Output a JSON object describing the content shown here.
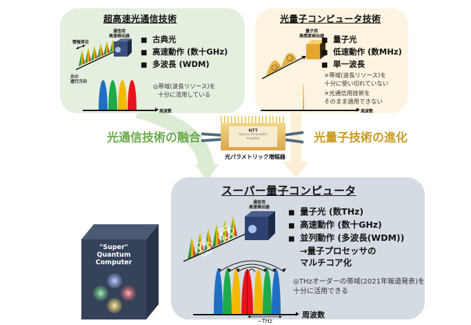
{
  "left_panel": {
    "title": "超高速光通信技術",
    "detector_label_line1": "通信用",
    "detector_label_line2": "高速検出器",
    "info_unit_label": "情報単位",
    "direction_label_line1": "光の",
    "direction_label_line2": "進行方向",
    "bullets": [
      "古典光",
      "高速動作 (数十GHz)",
      "多波長 (WDM)"
    ],
    "note_line1": "◎帯域(波長リソース)を",
    "note_line2": "十分に活用している",
    "axis_label": "周波数",
    "peak_colors": [
      "#1f6fc2",
      "#1faa4a",
      "#f5b800",
      "#e8141c"
    ]
  },
  "right_panel": {
    "title": "光量子コンピュータ技術",
    "detector_label_line1": "量子用",
    "detector_label_line2": "高感度検出器",
    "bullets": [
      "量子光",
      "低速動作 (数MHz)",
      "単一波長"
    ],
    "note1_line1": "×帯域(波長リソース)を",
    "note1_line2": "十分に使い切れていない",
    "note2_line1": "×光通信用技術を",
    "note2_line2": "そのまま適用できない",
    "axis_label": "周波数",
    "peak_color": "#f0b040"
  },
  "middle": {
    "left_flow_label": "光通信技術の融合",
    "right_flow_label": "光量子技術の進化",
    "left_flow_color": "#6aaa4a",
    "right_flow_color": "#c99a1e",
    "device_brand": "NTT",
    "device_text_line1": "Optical Parametric",
    "device_text_line2": "Amplifier",
    "device_caption": "光パラメトリック増幅器"
  },
  "bottom_panel": {
    "title": "スーパー量子コンピュータ",
    "detector_label_line1": "通信用",
    "detector_label_line2": "高速検出器",
    "bullets": [
      "量子光 (数THz)",
      "高速動作 (数十GHz)",
      "並列動作 (多波長(WDM))"
    ],
    "sub_line1": "→量子プロセッサの",
    "sub_line2": "マルチコア化",
    "note_line1": "◎THzオーダーの帯域(2021年報道発表)を",
    "note_line2": "十分に活用できる",
    "axis_label": "周波数",
    "spacing_label": "~THz",
    "peak_colors": [
      "#1f6fc2",
      "#1faa4a",
      "#f5b800",
      "#e8141c",
      "#f5b800",
      "#1faa4a",
      "#1f6fc2"
    ]
  },
  "super_computer": {
    "line1": "\"Super\"",
    "line2": "Quantum",
    "line3": "Computer",
    "atom_colors": [
      "#8aa0e8",
      "#4fc06a",
      "#e85050",
      "#e8c84a"
    ]
  }
}
